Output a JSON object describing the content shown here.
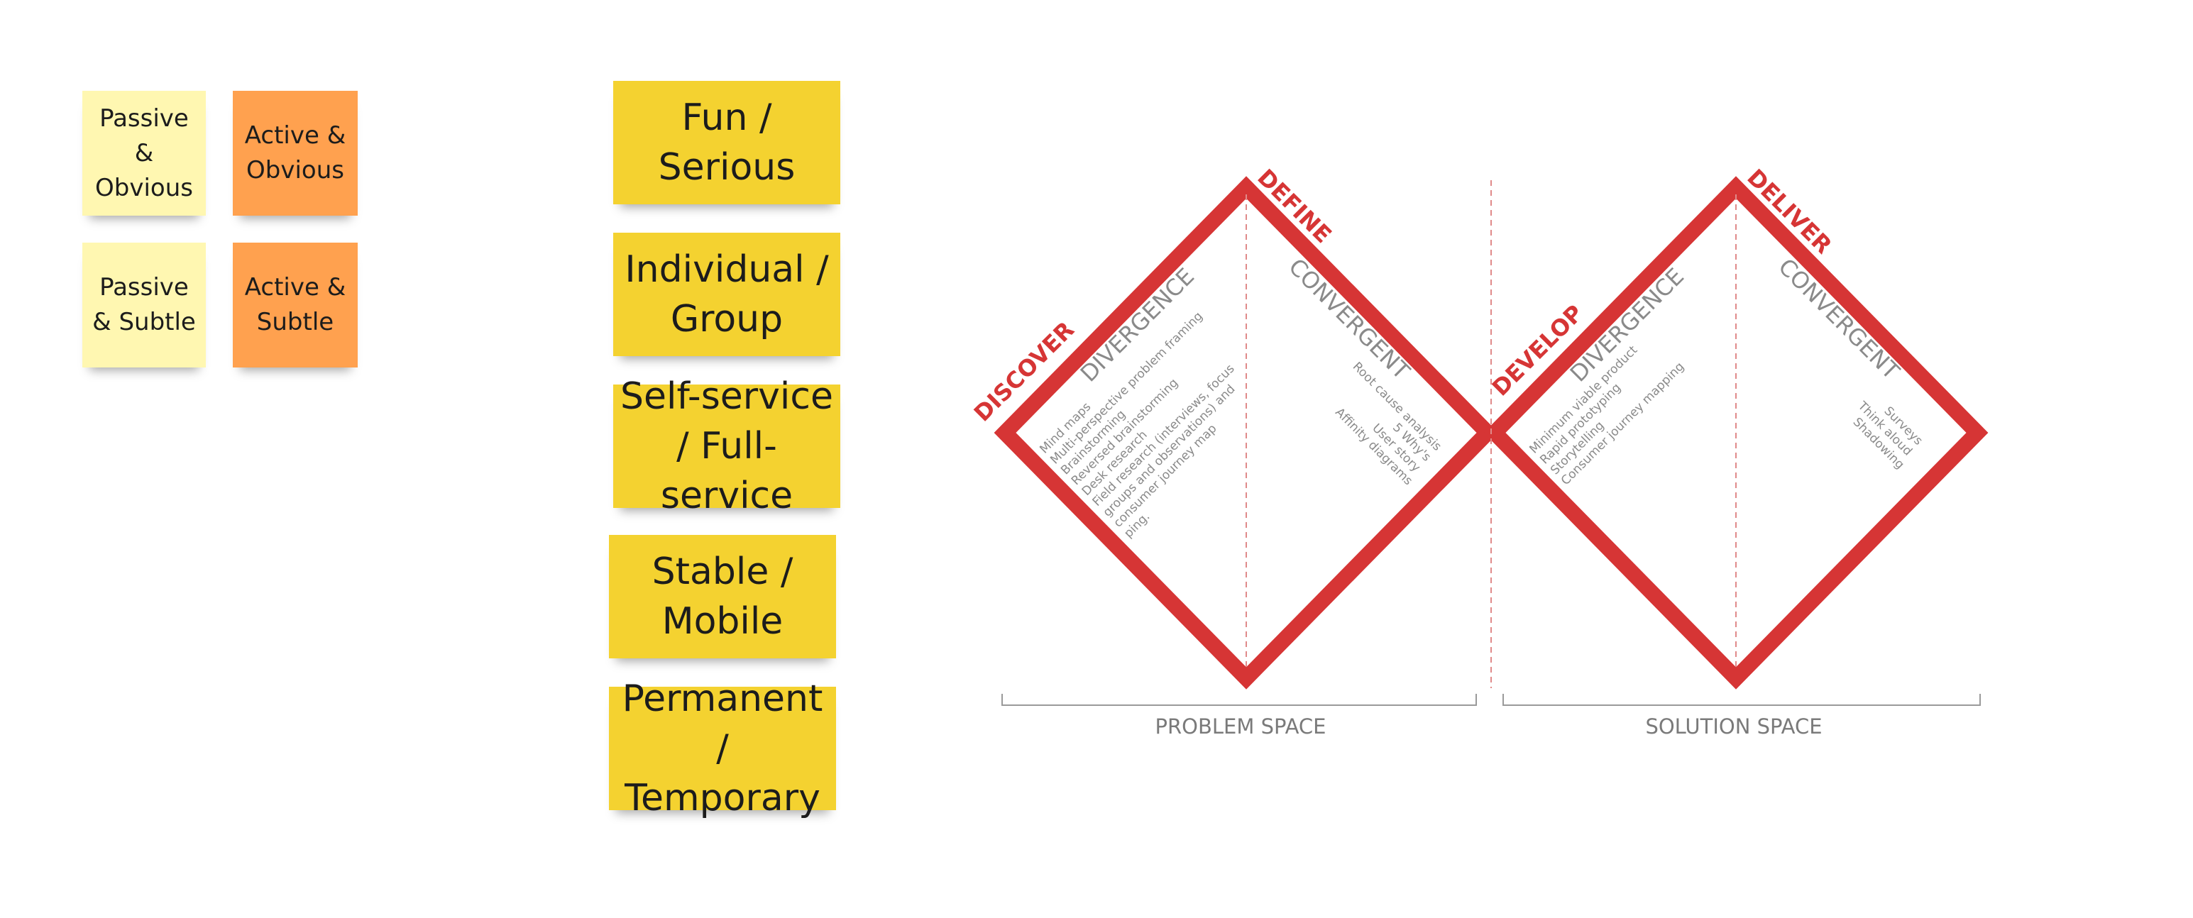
{
  "small_notes": [
    {
      "id": "passive-obvious",
      "text": "Passive\n&\nObvious",
      "color": "#fff7b1"
    },
    {
      "id": "active-obvious",
      "text": "Active &\nObvious",
      "color": "#ffa14f"
    },
    {
      "id": "passive-subtle",
      "text": "Passive\n& Subtle",
      "color": "#fff7b1"
    },
    {
      "id": "active-subtle",
      "text": "Active &\nSubtle",
      "color": "#ffa14f"
    }
  ],
  "big_notes": [
    {
      "id": "fun-serious",
      "text": "Fun /\nSerious"
    },
    {
      "id": "individual-group",
      "text": "Individual /\nGroup"
    },
    {
      "id": "self-full-service",
      "text": "Self-service\n/ Full-service"
    },
    {
      "id": "stable-mobile",
      "text": "Stable /\nMobile"
    },
    {
      "id": "permanent-temporary",
      "text": "Permanent /\nTemporary"
    }
  ],
  "colors": {
    "accent_red": "#d63535",
    "note_yellow": "#f4d230",
    "note_pale": "#fff7b1",
    "note_orange": "#ffa14f",
    "label_gray": "#8a8a8a"
  },
  "diagram": {
    "stages": {
      "discover": "DISCOVER",
      "define": "DEFINE",
      "develop": "DEVELOP",
      "deliver": "DELIVER"
    },
    "modes": {
      "divergence_1": "DIVERGENCE",
      "convergent_1": "CONVERGENT",
      "divergence_2": "DIVERGENCE",
      "convergent_2": "CONVERGENT"
    },
    "methods": {
      "discover": [
        "Mind maps",
        "Multi-perspective problem framing",
        "Brainstorming",
        "Reversed brainstorming",
        "Desk research",
        "Field research (interviews, focus",
        "groups and observations) and",
        "consumer journey map",
        "ping."
      ],
      "define": [
        "Root cause analysis",
        "5 Why's",
        "User story",
        "Affinity diagrams"
      ],
      "develop": [
        "Minimum viable product",
        "Rapid prototyping",
        "Storytelling",
        "Consumer journey mapping"
      ],
      "deliver": [
        "Surveys",
        "Think aloud",
        "Shadowing"
      ]
    },
    "spaces": {
      "problem": "PROBLEM SPACE",
      "solution": "SOLUTION SPACE"
    }
  }
}
